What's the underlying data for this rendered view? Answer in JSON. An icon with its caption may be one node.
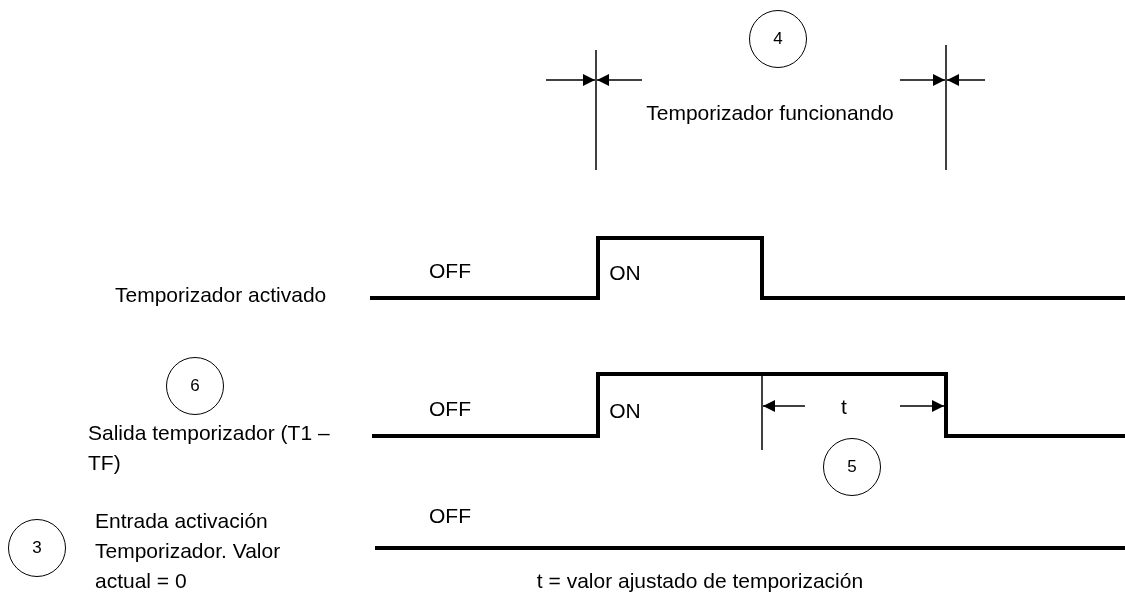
{
  "diagram": {
    "nodes": [
      {
        "text": [
          "4"
        ]
      },
      {
        "text": [
          "6"
        ]
      },
      {
        "text": [
          "5"
        ]
      },
      {
        "text": [
          "3"
        ]
      }
    ],
    "labels": [
      "Temporizador funcionando",
      "OFF",
      "ON",
      "Temporizador activado",
      "OFF",
      "ON",
      "t",
      "Salida temporizador (T1 –TF)",
      "Entrada activación Temporizador. Valor actual = 0",
      "OFF",
      "t = valor ajustado de temporización"
    ]
  }
}
